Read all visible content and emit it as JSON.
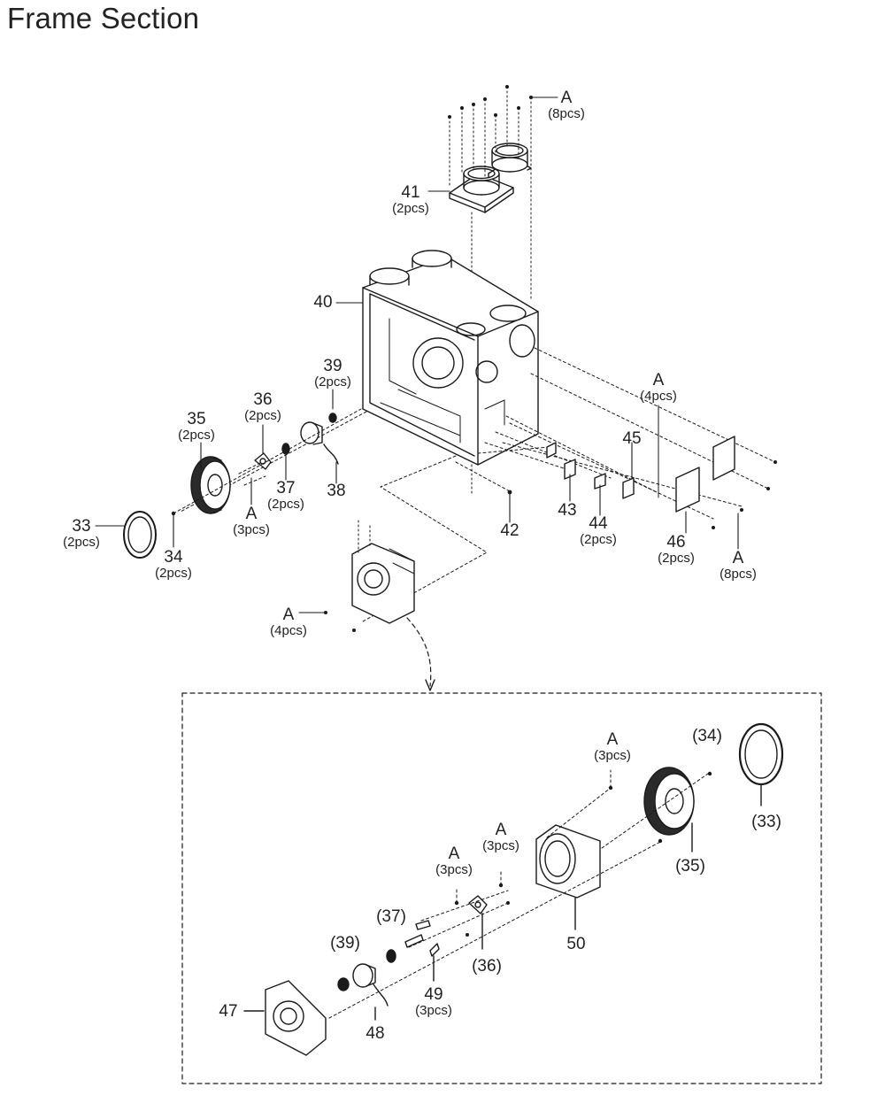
{
  "page_title": "Frame Section",
  "callouts": [
    {
      "id": "A-top",
      "number": "A",
      "qty": "(8pcs)"
    },
    {
      "id": "41",
      "number": "41",
      "qty": "(2pcs)"
    },
    {
      "id": "40",
      "number": "40",
      "qty": ""
    },
    {
      "id": "39",
      "number": "39",
      "qty": "(2pcs)"
    },
    {
      "id": "36",
      "number": "36",
      "qty": "(2pcs)"
    },
    {
      "id": "35",
      "number": "35",
      "qty": "(2pcs)"
    },
    {
      "id": "37",
      "number": "37",
      "qty": "(2pcs)"
    },
    {
      "id": "38",
      "number": "38",
      "qty": ""
    },
    {
      "id": "A-3pcs",
      "number": "A",
      "qty": "(3pcs)"
    },
    {
      "id": "33",
      "number": "33",
      "qty": "(2pcs)"
    },
    {
      "id": "34",
      "number": "34",
      "qty": "(2pcs)"
    },
    {
      "id": "42",
      "number": "42",
      "qty": ""
    },
    {
      "id": "43",
      "number": "43",
      "qty": ""
    },
    {
      "id": "44",
      "number": "44",
      "qty": "(2pcs)"
    },
    {
      "id": "45",
      "number": "45",
      "qty": ""
    },
    {
      "id": "A-4pcs-r",
      "number": "A",
      "qty": "(4pcs)"
    },
    {
      "id": "46",
      "number": "46",
      "qty": "(2pcs)"
    },
    {
      "id": "A-8pcs-r",
      "number": "A",
      "qty": "(8pcs)"
    },
    {
      "id": "A-4pcs",
      "number": "A",
      "qty": "(4pcs)"
    },
    {
      "id": "d-A-1",
      "number": "A",
      "qty": "(3pcs)"
    },
    {
      "id": "d-34",
      "number": "(34)",
      "qty": ""
    },
    {
      "id": "d-33",
      "number": "(33)",
      "qty": ""
    },
    {
      "id": "d-35",
      "number": "(35)",
      "qty": ""
    },
    {
      "id": "d-A-2",
      "number": "A",
      "qty": "(3pcs)"
    },
    {
      "id": "d-A-3",
      "number": "A",
      "qty": "(3pcs)"
    },
    {
      "id": "d-50",
      "number": "50",
      "qty": ""
    },
    {
      "id": "d-37",
      "number": "(37)",
      "qty": ""
    },
    {
      "id": "d-39",
      "number": "(39)",
      "qty": ""
    },
    {
      "id": "d-36",
      "number": "(36)",
      "qty": ""
    },
    {
      "id": "d-49",
      "number": "49",
      "qty": "(3pcs)"
    },
    {
      "id": "d-47",
      "number": "47",
      "qty": ""
    },
    {
      "id": "d-48",
      "number": "48",
      "qty": ""
    }
  ]
}
